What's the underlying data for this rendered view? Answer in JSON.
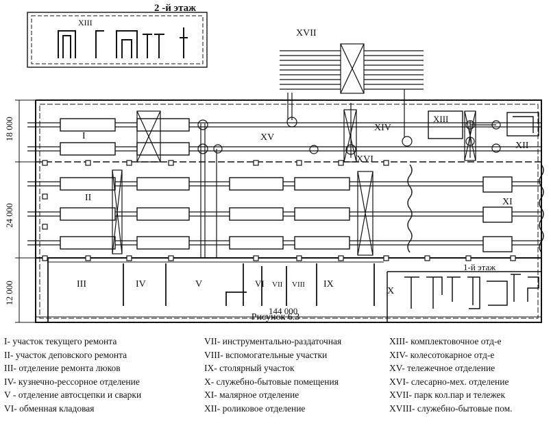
{
  "floor2_label": "2 -й этаж",
  "floor1_label": "1-й этаж",
  "section_labels": {
    "I": "I",
    "II": "II",
    "III": "III",
    "IV": "IV",
    "V": "V",
    "VI": "VI",
    "VII": "VII",
    "VIII": "VIII",
    "IX": "IX",
    "X": "X",
    "XI": "XI",
    "XII": "XII",
    "XIII_top": "XIII",
    "XIII": "XIII",
    "XIV": "XIV",
    "XV": "XV",
    "XVI": "XVI",
    "XVII": "XVII"
  },
  "dimensions": {
    "d18": "18 000",
    "d24": "24 000",
    "d12": "12 000",
    "d144": "144 000"
  },
  "caption": "Рисунок 6.3",
  "legend": {
    "col1": [
      "I- участок текущего ремонта",
      "II- участок деповского ремонта",
      "III- отделение ремонта люков",
      "IV- кузнечно-рессорное отделение",
      "V - отделение автосцепки и сварки",
      "VI- обменная кладовая"
    ],
    "col2": [
      "VII- инструментально-раздаточная",
      "VIII- вспомогательные участки",
      "IX-  столярный участок",
      "X-   служебно-бытовые помещения",
      "XI-  малярное отделение",
      "XII- роликовое отделение"
    ],
    "col3": [
      "XIII- комплектовочное отд-е",
      "XIV- колесотокарное отд-е",
      "XV-  тележечное отделение",
      "XVI- слесарно-мех. отделение",
      "XVII- парк кол.пар и тележек",
      "XVIII- служебно-бытовые пом."
    ]
  }
}
